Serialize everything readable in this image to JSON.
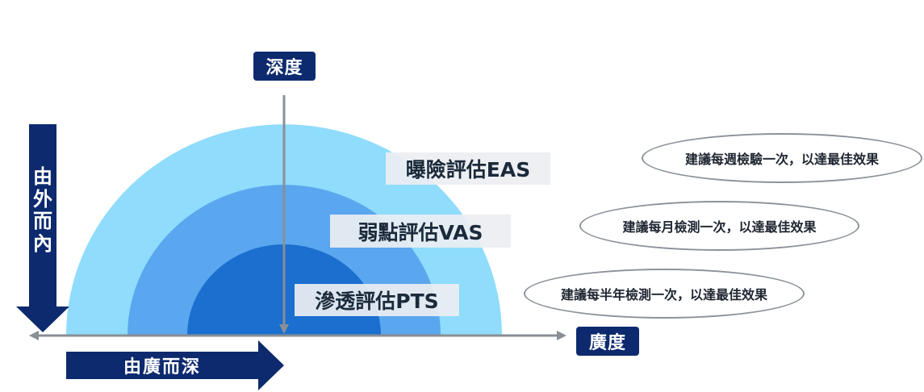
{
  "colors": {
    "navy": "#0d2a6e",
    "outer_layer": "#8fdcfc",
    "middle_layer": "#5aa6ef",
    "inner_layer": "#1a6fcf",
    "axis": "#8a8f96"
  },
  "axes": {
    "depth_label": "深度",
    "breadth_label": "廣度"
  },
  "arrows": {
    "outside_in": "由外而內",
    "breadth_to_depth": "由廣而深"
  },
  "layers": [
    {
      "label": "曝險評估EAS",
      "recommendation": "建議每週檢驗一次，以達最佳效果"
    },
    {
      "label": "弱點評估VAS",
      "recommendation": "建議每月檢測一次，以達最佳效果"
    },
    {
      "label": "滲透評估PTS",
      "recommendation": "建議每半年檢測一次，以達最佳效果"
    }
  ]
}
